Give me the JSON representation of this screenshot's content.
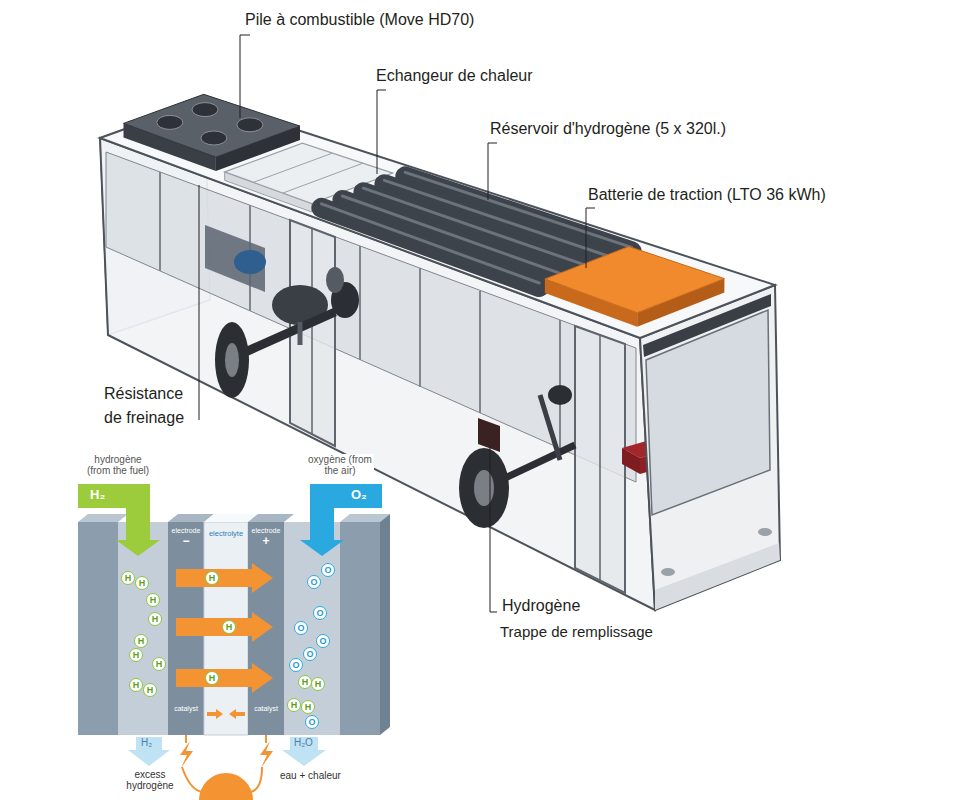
{
  "diagram": {
    "nodes": [
      {
        "text": [
          "electrode",
          "−",
          "catalyst"
        ]
      },
      {
        "text": [
          "electrolyte"
        ]
      },
      {
        "text": [
          "electrode",
          "+",
          "catalyst"
        ]
      },
      {
        "text": [
          "H"
        ]
      },
      {
        "text": [
          "H"
        ]
      },
      {
        "text": [
          "H"
        ]
      },
      {
        "text": [
          "H"
        ]
      },
      {
        "text": [
          "H"
        ]
      },
      {
        "text": [
          "H"
        ]
      },
      {
        "text": [
          "H"
        ]
      },
      {
        "text": [
          "H"
        ]
      },
      {
        "text": [
          "H"
        ]
      },
      {
        "text": [
          "H"
        ],
        "in": 1
      },
      {
        "text": [
          "H"
        ],
        "in": 1
      },
      {
        "text": [
          "H"
        ],
        "in": 1
      },
      {
        "text": [
          "O"
        ]
      },
      {
        "text": [
          "O"
        ]
      },
      {
        "text": [
          "O"
        ]
      },
      {
        "text": [
          "O"
        ]
      },
      {
        "text": [
          "O"
        ]
      },
      {
        "text": [
          "O"
        ]
      },
      {
        "text": [
          "O"
        ]
      },
      {
        "text": [
          "O"
        ]
      },
      {
        "text": [
          "H"
        ]
      },
      {
        "text": [
          "H"
        ]
      },
      {
        "text": [
          "H"
        ]
      },
      {
        "text": [
          "H"
        ]
      }
    ],
    "labels": [
      "Pile à combustible (Move HD70)",
      "Echangeur de chaleur",
      "Réservoir d'hydrogène (5 x 320l.)",
      "Batterie de traction (LTO 36 kWh)",
      "Résistance de freinage",
      "Hydrogène",
      "Trappe de remplissage",
      "hydrogène (from the fuel)",
      "H₂",
      "oxygène (from the air)",
      "O₂",
      "H₂",
      "excess hydrogène",
      "H₂O",
      "eau + chaleur"
    ]
  }
}
